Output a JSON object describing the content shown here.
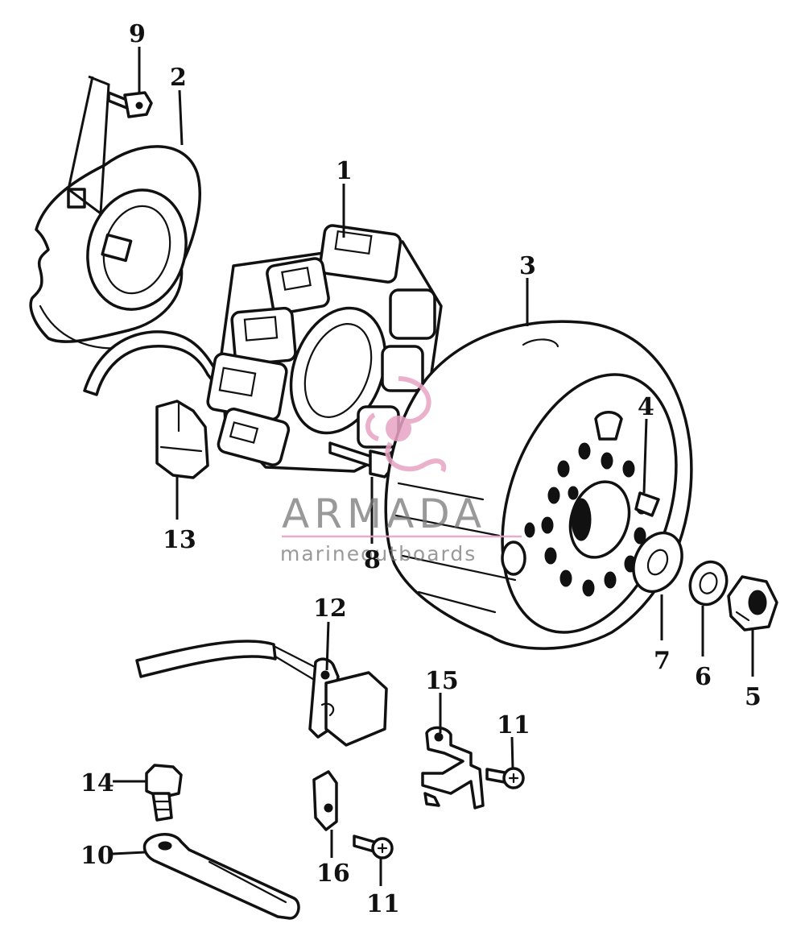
{
  "labels": {
    "p1": "1",
    "p2": "2",
    "p3": "3",
    "p4": "4",
    "p5": "5",
    "p6": "6",
    "p7": "7",
    "p8": "8",
    "p9": "9",
    "p10": "10",
    "p11a": "11",
    "p11b": "11",
    "p12": "12",
    "p13": "13",
    "p14": "14",
    "p15": "15",
    "p16": "16"
  },
  "watermark": {
    "brand": "ARMADA",
    "tagline": "marineoutboards",
    "color": "#e8a3c4"
  }
}
